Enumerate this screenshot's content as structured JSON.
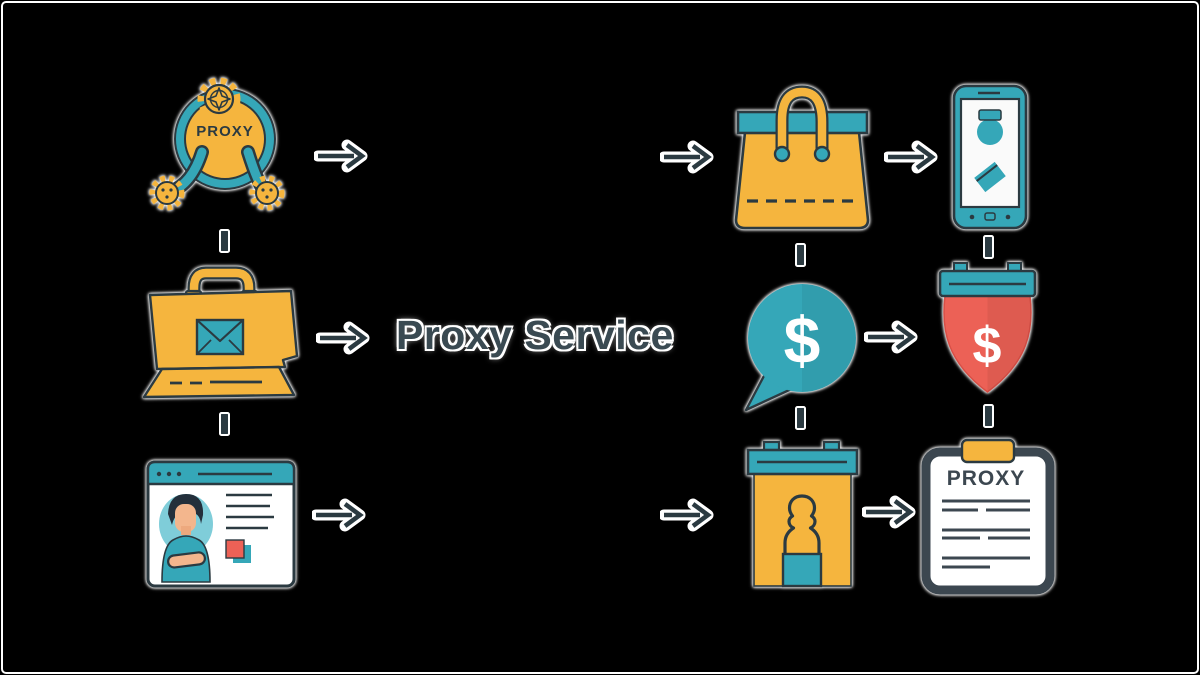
{
  "diagram": {
    "title": "Proxy Service",
    "labels": {
      "proxy_hub": "PROXY",
      "clipboard_title": "PROXY",
      "bubble_dollar": "$",
      "shield_dollar": "$"
    },
    "colors": {
      "background": "#000000",
      "frame": "#ffffff",
      "teal": "#35a7b8",
      "teal-light": "#7fcdd9",
      "orange": "#f5b53e",
      "red": "#ec6156",
      "outline": "#2b3a41",
      "title": "#3a4a52",
      "slate": "#3c4750",
      "skin": "#f3b68d",
      "hair": "#232f3b"
    },
    "nodes": {
      "left_column": [
        "proxy-network",
        "shopping-bag-mail",
        "user-profile-browser"
      ],
      "right_grid": [
        "shopping-bag",
        "secure-smartphone",
        "dollar-quote-bubble",
        "money-shield",
        "user-verification-frame",
        "proxy-document-clipboard"
      ]
    }
  }
}
